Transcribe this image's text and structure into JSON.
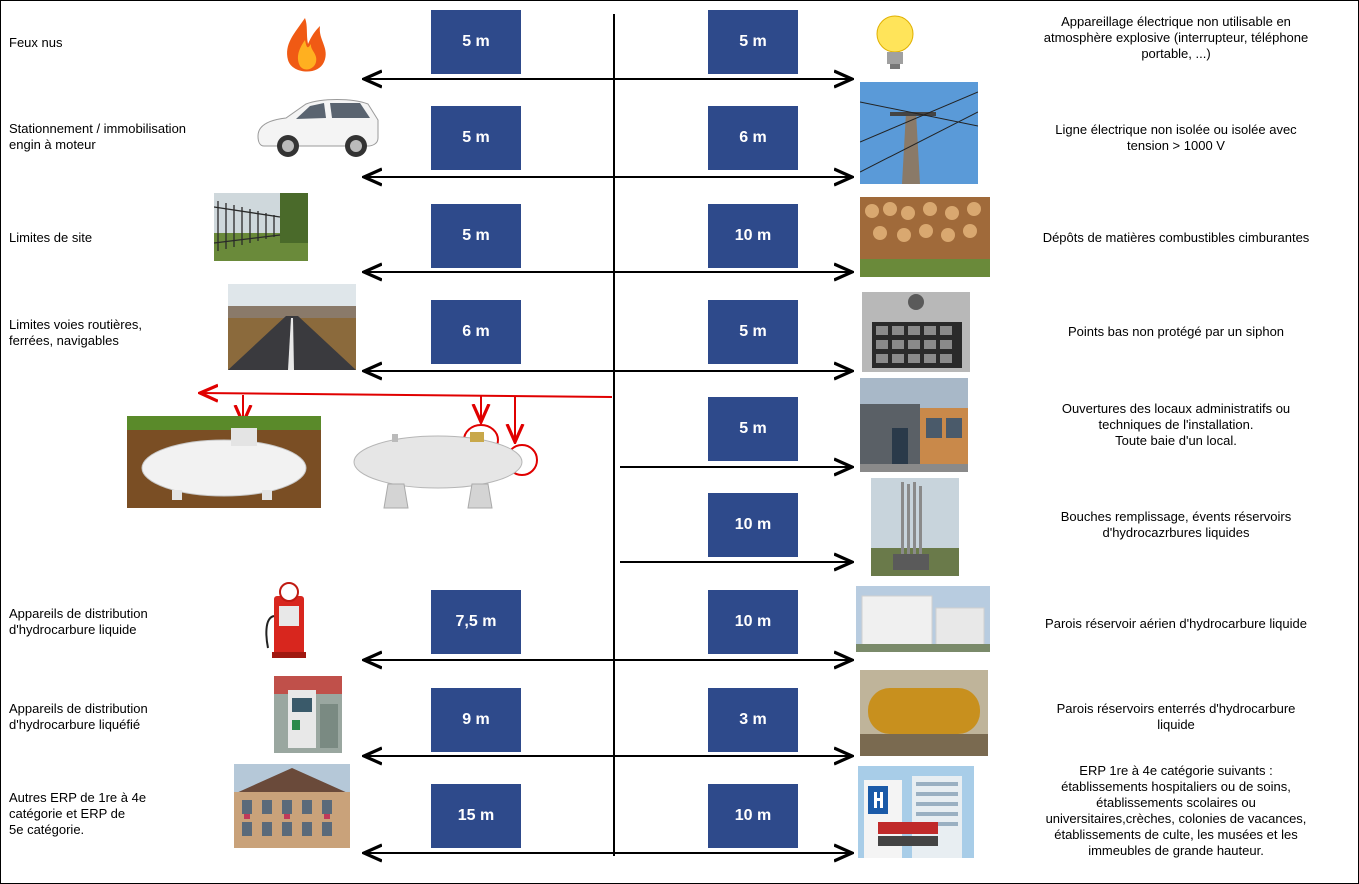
{
  "rows_left": [
    {
      "label": "Feux nus",
      "distance": "5 m",
      "icon": "fire-icon"
    },
    {
      "label": "Stationnement / immobilisation\nengin à moteur",
      "distance": "5 m",
      "icon": "car-icon"
    },
    {
      "label": "Limites de site",
      "distance": "5 m",
      "icon": "fence-photo"
    },
    {
      "label": "Limites voies routières,\nferrées, navigables",
      "distance": "6 m",
      "icon": "road-photo"
    },
    {
      "label": "Appareils de distribution\nd'hydrocarbure liquide",
      "distance": "7,5 m",
      "icon": "fuel-pump-icon"
    },
    {
      "label": "Appareils de distribution\nd'hydrocarbure liquéfié",
      "distance": "9 m",
      "icon": "lpg-pump-photo"
    },
    {
      "label": "Autres ERP de 1re à 4e\ncatégorie et ERP de\n5e catégorie.",
      "distance": "15 m",
      "icon": "town-hall-photo"
    }
  ],
  "rows_right": [
    {
      "label": "Appareillage électrique non utilisable en\natmosphère explosive (interrupteur, téléphone\nportable, ...)",
      "distance": "5 m",
      "icon": "light-bulb-icon"
    },
    {
      "label": "Ligne électrique non isolée ou isolée avec\ntension > 1000 V",
      "distance": "6 m",
      "icon": "power-line-photo"
    },
    {
      "label": "Dépôts de matières combustibles cimburantes",
      "distance": "10 m",
      "icon": "woodpile-photo"
    },
    {
      "label": "Points bas non protégé par un siphon",
      "distance": "5 m",
      "icon": "drain-grate-photo"
    },
    {
      "label": "Ouvertures des locaux administratifs ou\ntechniques de l'installation.\nToute baie d'un local.",
      "distance": "5 m",
      "icon": "building-photo"
    },
    {
      "label": "Bouches remplissage, évents réservoirs\nd'hydrocazrbures liquides",
      "distance": "10 m",
      "icon": "vent-pipes-photo"
    },
    {
      "label": "Parois réservoir aérien d'hydrocarbure liquide",
      "distance": "10 m",
      "icon": "tank-farm-photo"
    },
    {
      "label": "Parois réservoirs enterrés d'hydrocarbure\nliquide",
      "distance": "3 m",
      "icon": "buried-tank-photo"
    },
    {
      "label": "ERP 1re à 4e catégorie suivants :\nétablissements hospitaliers ou de soins,\nétablissements scolaires ou\nuniversitaires,crèches, colonies de vacances,\nétablissements de culte, les musées et les\nimmeubles de grande hauteur.",
      "distance": "10 m",
      "icon": "hospital-photo"
    }
  ],
  "colors": {
    "box": "#2E4A8B",
    "arrow": "#000000",
    "tank_marker": "#E00000"
  },
  "tank_icons": [
    "buried-lpg-tank-icon",
    "aerial-lpg-tank-icon"
  ]
}
